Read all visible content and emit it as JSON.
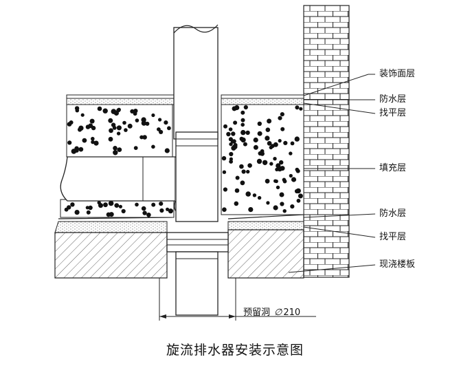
{
  "labels": {
    "decor_layer": "装饰面层",
    "waterproof_top": "防水层",
    "leveling_top": "找平层",
    "fill_layer": "填充层",
    "waterproof_bottom": "防水层",
    "leveling_bottom": "找平层",
    "slab": "现浇楼板"
  },
  "dimension": {
    "text": "预留洞",
    "symbol": "∅",
    "value": "210"
  },
  "caption": "旋流排水器安装示意图",
  "colors": {
    "line": "#1a1a1a",
    "dots": "#111111",
    "background": "#ffffff"
  }
}
